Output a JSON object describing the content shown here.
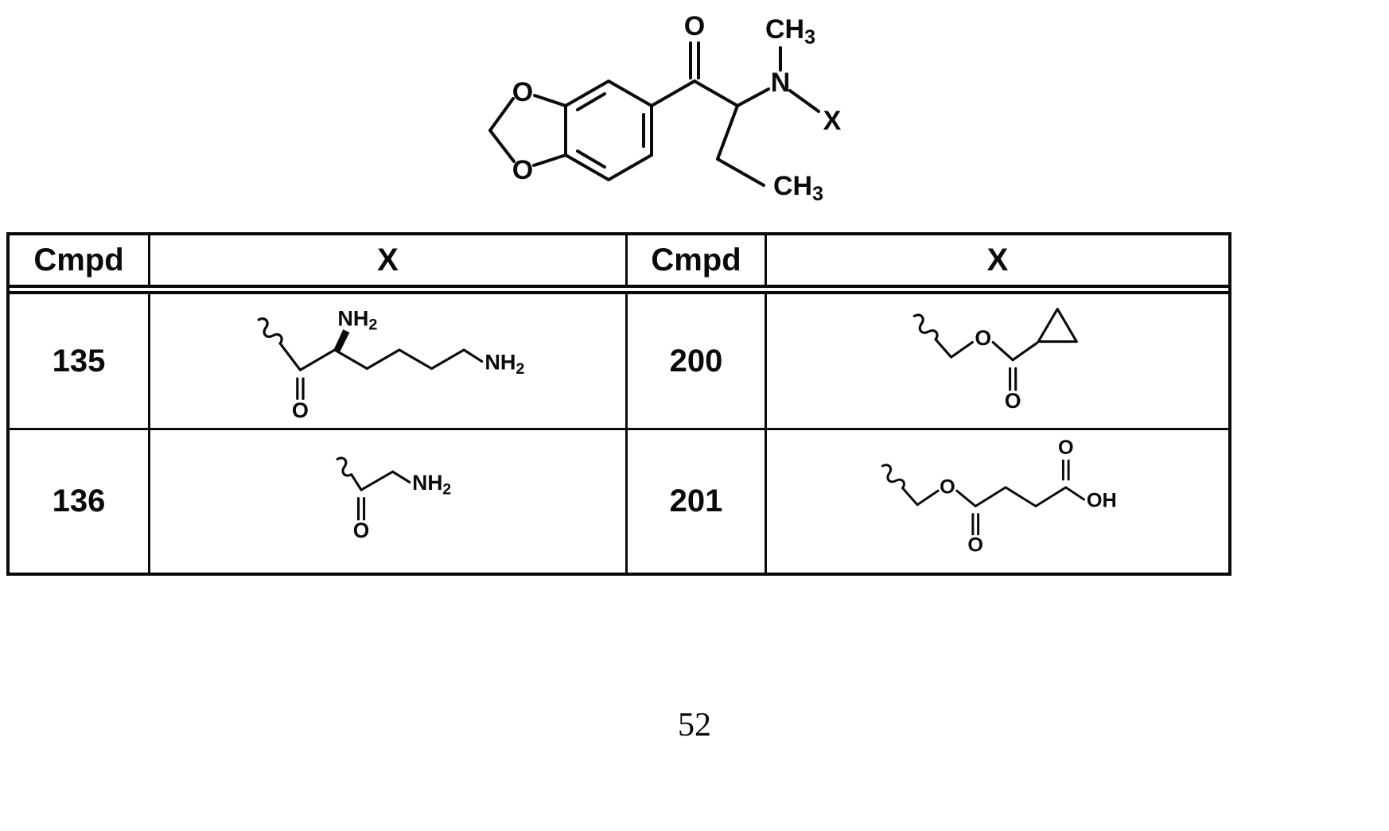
{
  "page": {
    "number": "52"
  },
  "table": {
    "headers": [
      "Cmpd",
      "X",
      "Cmpd",
      "X"
    ],
    "rows": [
      {
        "left_cmpd": "135",
        "right_cmpd": "200"
      },
      {
        "left_cmpd": "136",
        "right_cmpd": "201"
      }
    ]
  },
  "atoms": {
    "O": "O",
    "N": "N",
    "X": "X",
    "OH": "OH",
    "NH": "NH",
    "CH": "CH",
    "sub2": "2",
    "sub3": "3"
  }
}
